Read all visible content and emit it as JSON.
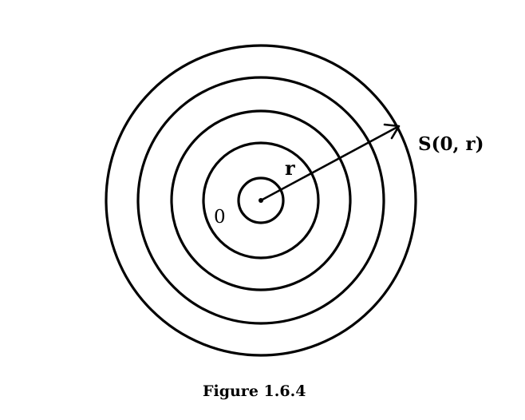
{
  "labels": {
    "sphere": "S(0, r)",
    "radius": "r",
    "origin": "0"
  },
  "caption": "Figure 1.6.4",
  "colors": {
    "ink": "#000000",
    "background": "#ffffff"
  }
}
